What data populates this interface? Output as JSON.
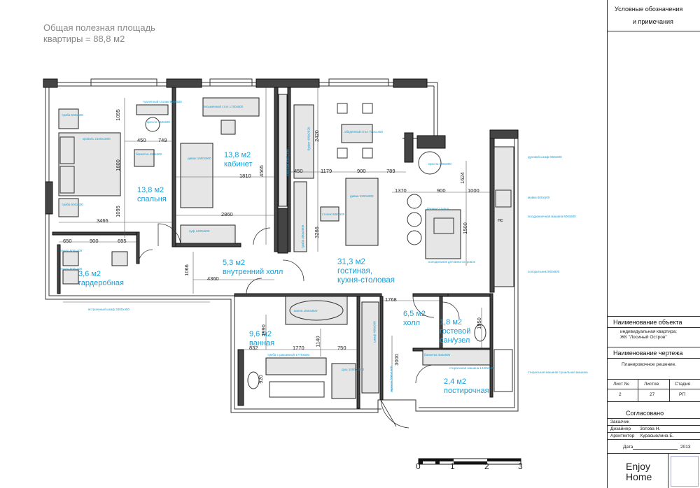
{
  "header": {
    "line1": "Общая полезная площадь",
    "line2": "квартиры = 88,8 м2"
  },
  "rooms": [
    {
      "area": "13,8 м2",
      "name": "спальня"
    },
    {
      "area": "13,8 м2",
      "name": "кабинет"
    },
    {
      "area": "3,6 м2",
      "name": "гардеробная"
    },
    {
      "area": "5,3 м2",
      "name": "внутренний холл"
    },
    {
      "area": "31,3 м2",
      "name": "гостиная,",
      "name2": "кухня-столовая"
    },
    {
      "area": "9,6 м2",
      "name": "ванная"
    },
    {
      "area": "6,5 м2",
      "name": "холл"
    },
    {
      "area": "1,8 м2",
      "name": "гостевой",
      "name2": "сан/узел"
    },
    {
      "area": "2,4 м2",
      "name": "постирочная"
    }
  ],
  "dimensions": [
    "1095",
    "450",
    "749",
    "1600",
    "1095",
    "3466",
    "1810",
    "4565",
    "2860",
    "650",
    "900",
    "695",
    "1066",
    "4360",
    "2420",
    "450",
    "1179",
    "900",
    "789",
    "1624",
    "1370",
    "900",
    "1000",
    "1500",
    "3266",
    "1768",
    "1990",
    "832",
    "1770",
    "1140",
    "750",
    "3000",
    "920",
    "1850"
  ],
  "notes": [
    "тумба 600х600",
    "туалетный столик 900х500",
    "кресло 450х600",
    "кровать 2100х1800",
    "банкетка 450х600",
    "тумба 600х600",
    "письменный стол 1700х600",
    "диван 1900х900",
    "пуф 1200х600",
    "стеллаж 400х2700",
    "буфет 490х2620",
    "обеденный стол 700х1400",
    "кресло 900х900",
    "диван 2200х900",
    "столик 500х500",
    "тумба 400х2600",
    "холодильник для вина островок",
    "барные стулья",
    "духовой шкаф 600х600",
    "мойка 800х500",
    "посудомоечная машина 600х600",
    "холодильник 900х600",
    "пенал 600х400",
    "пенал 600х400",
    "встроенный шкаф 3300х450",
    "ванна 1600х800",
    "тумба с раковиной 1770х500",
    "душ 1000х1500",
    "шкаф 400х600",
    "зеркало 500х1400",
    "банкетка 400х600",
    "стиральная машина 1460х600",
    "стиральная машина/ сушильная машина"
  ],
  "labels": {
    "pc": "пс"
  },
  "title_block": {
    "legend1": "Условные обозначения",
    "legend2": "и примечания",
    "object_label": "Наименование объекта",
    "object_value1": "индивидуальная квартира;",
    "object_value2": "ЖК \"Лосиный Остров\"",
    "drawing_label": "Наименование чертежа",
    "drawing_value": "Планировочное решение.",
    "sheet_h": "Лист №",
    "sheets_h": "Листов",
    "stage_h": "Стадия",
    "sheet": "2",
    "sheets": "27",
    "stage": "РП",
    "agreed": "Согласовано",
    "customer": "Заказчик",
    "designer": "Дизайнер",
    "designer_name": "Зотова Н.",
    "architect": "Архитектор",
    "architect_name": "Хурасьюлина Е.",
    "date": "Дата",
    "year": "2013",
    "logo1": "Enjoy",
    "logo2": "Home"
  },
  "scale": {
    "ticks": [
      "0",
      "1",
      "2",
      "3"
    ]
  }
}
